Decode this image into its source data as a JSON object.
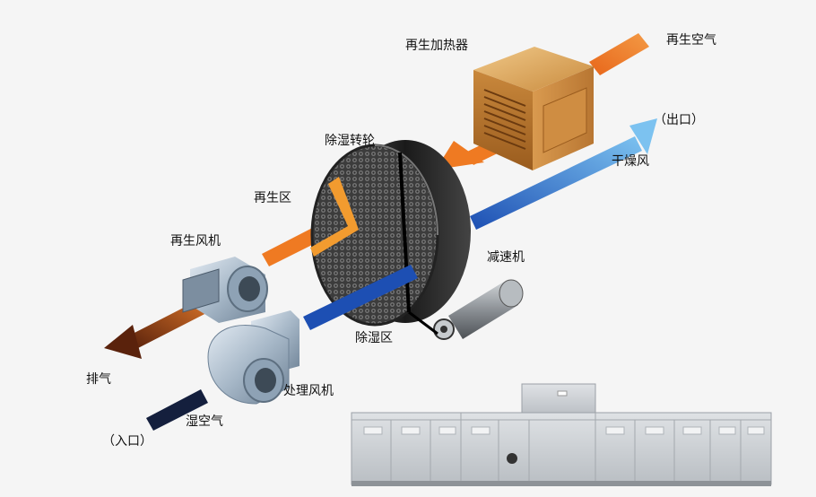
{
  "labels": {
    "regen_heater": "再生加热器",
    "regen_air": "再生空气",
    "outlet": "（出口）",
    "dry_air": "干燥风",
    "rotor": "除湿转轮",
    "regen_zone": "再生区",
    "regen_fan": "再生风机",
    "reducer": "减速机",
    "dehumid_zone": "除湿区",
    "exhaust": "排气",
    "process_fan": "处理风机",
    "humid_air": "湿空气",
    "inlet": "（入口）"
  },
  "colors": {
    "regen_orange": "#ef7a22",
    "exhaust_brown": "#6b2c10",
    "process_blue": "#1d4fb3",
    "dry_blue": "#6fb6ea",
    "inlet_navy": "#141f3d",
    "heater_tan": "#d9a05a",
    "rotor_dark": "#2a2a2a",
    "fan_steel": "#9fb0c2",
    "cabinet_gray": "#c9cdd2"
  }
}
